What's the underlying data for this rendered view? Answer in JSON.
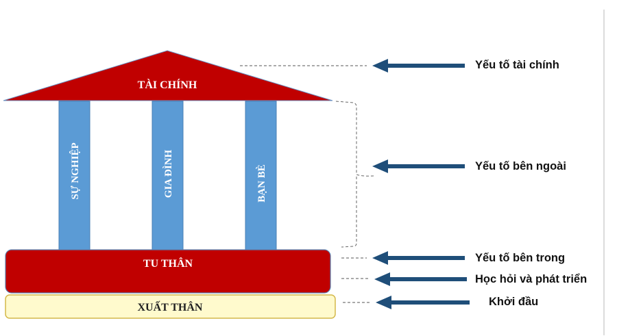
{
  "diagram": {
    "roof": {
      "label": "TÀI CHÍNH"
    },
    "pillars": [
      {
        "label": "SỰ NGHIỆP"
      },
      {
        "label": "GIA ĐÌNH"
      },
      {
        "label": "BẠN BÈ"
      }
    ],
    "foundation": {
      "label": "TU THÂN"
    },
    "base": {
      "label": "XUẤT THÂN"
    }
  },
  "annotations": [
    {
      "label": "Yếu tố tài chính"
    },
    {
      "label": "Yếu tố bên ngoài"
    },
    {
      "label": "Yếu tố bên trong"
    },
    {
      "label": "Học hỏi và phát triển"
    },
    {
      "label": "Khởi đầu"
    }
  ],
  "colors": {
    "roof": "#c00000",
    "pillar": "#5b9bd5",
    "foundation": "#c00000",
    "base": "#fffacd",
    "arrow": "#1f4e79"
  }
}
